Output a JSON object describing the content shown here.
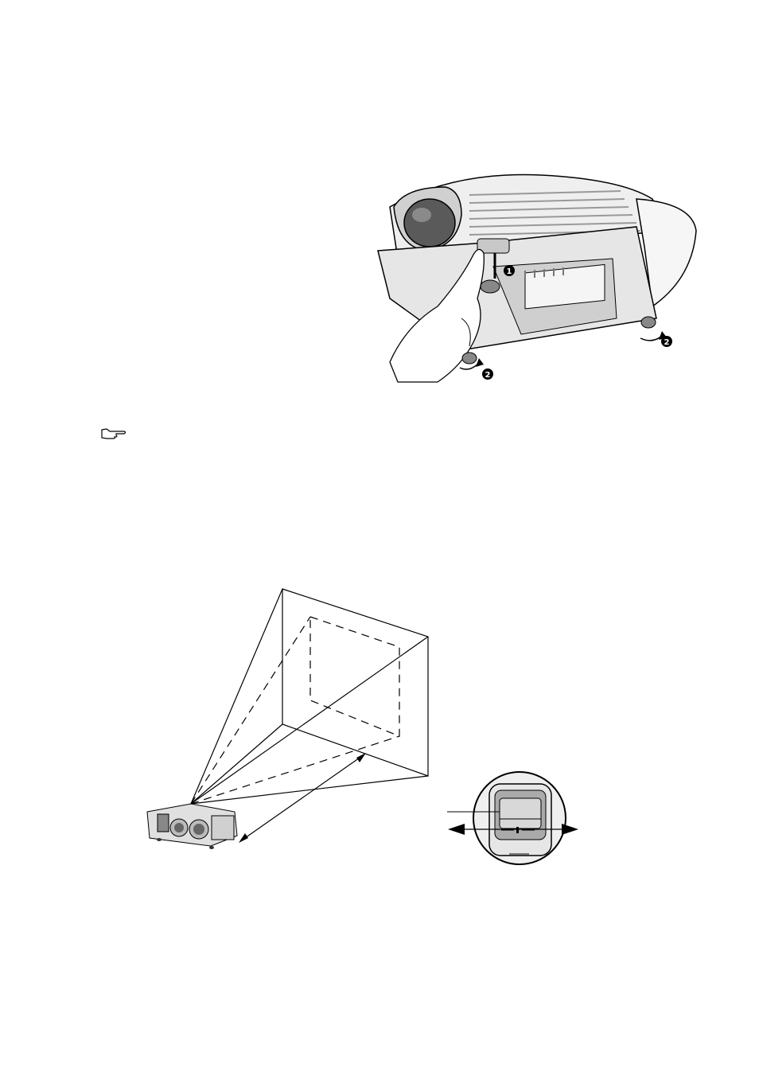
{
  "figures": {
    "projector_bottom": {
      "callouts": [
        "1",
        "2",
        "2"
      ]
    },
    "note": {
      "icon": "pointing-hand-icon"
    },
    "projection_diagram": {},
    "zoom_ring": {}
  },
  "colors": {
    "ink": "#000000",
    "body_light": "#f2f2f2",
    "body_mid": "#d9d9d9",
    "body_dark": "#9a9a9a"
  }
}
